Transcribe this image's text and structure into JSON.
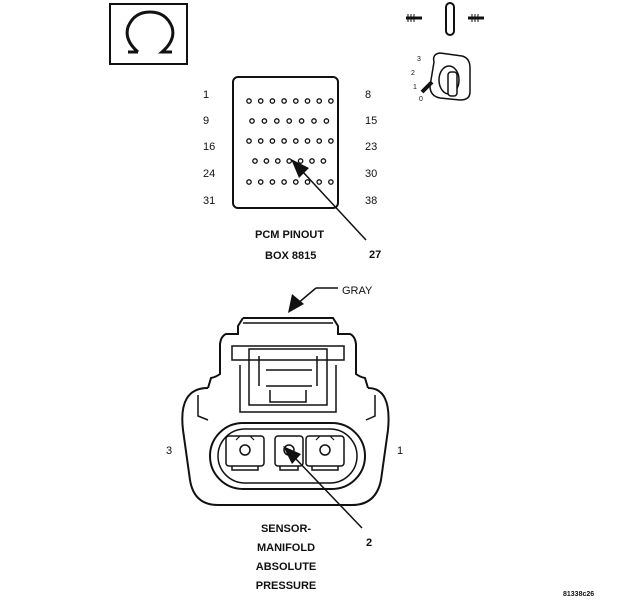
{
  "pinout": {
    "row_start_labels": [
      "1",
      "9",
      "16",
      "24",
      "31"
    ],
    "row_end_labels": [
      "8",
      "15",
      "23",
      "30",
      "38"
    ],
    "title_line1": "PCM PINOUT",
    "title_line2": "BOX 8815",
    "callout": "27"
  },
  "key": {
    "labels": [
      "3",
      "2",
      "1",
      "0"
    ]
  },
  "connector": {
    "wire_color": "GRAY",
    "pin_left": "3",
    "pin_right": "1",
    "callout": "2",
    "name_lines": [
      "SENSOR-",
      "MANIFOLD",
      "ABSOLUTE",
      "PRESSURE"
    ]
  },
  "figure_id": "81338c26",
  "icons": {
    "ohm": "ohmmeter-symbol-icon",
    "meter_leads": "meter-probe-icon",
    "ignition": "ignition-key-icon"
  },
  "colors": {
    "line": "#111111",
    "background": "#ffffff"
  }
}
